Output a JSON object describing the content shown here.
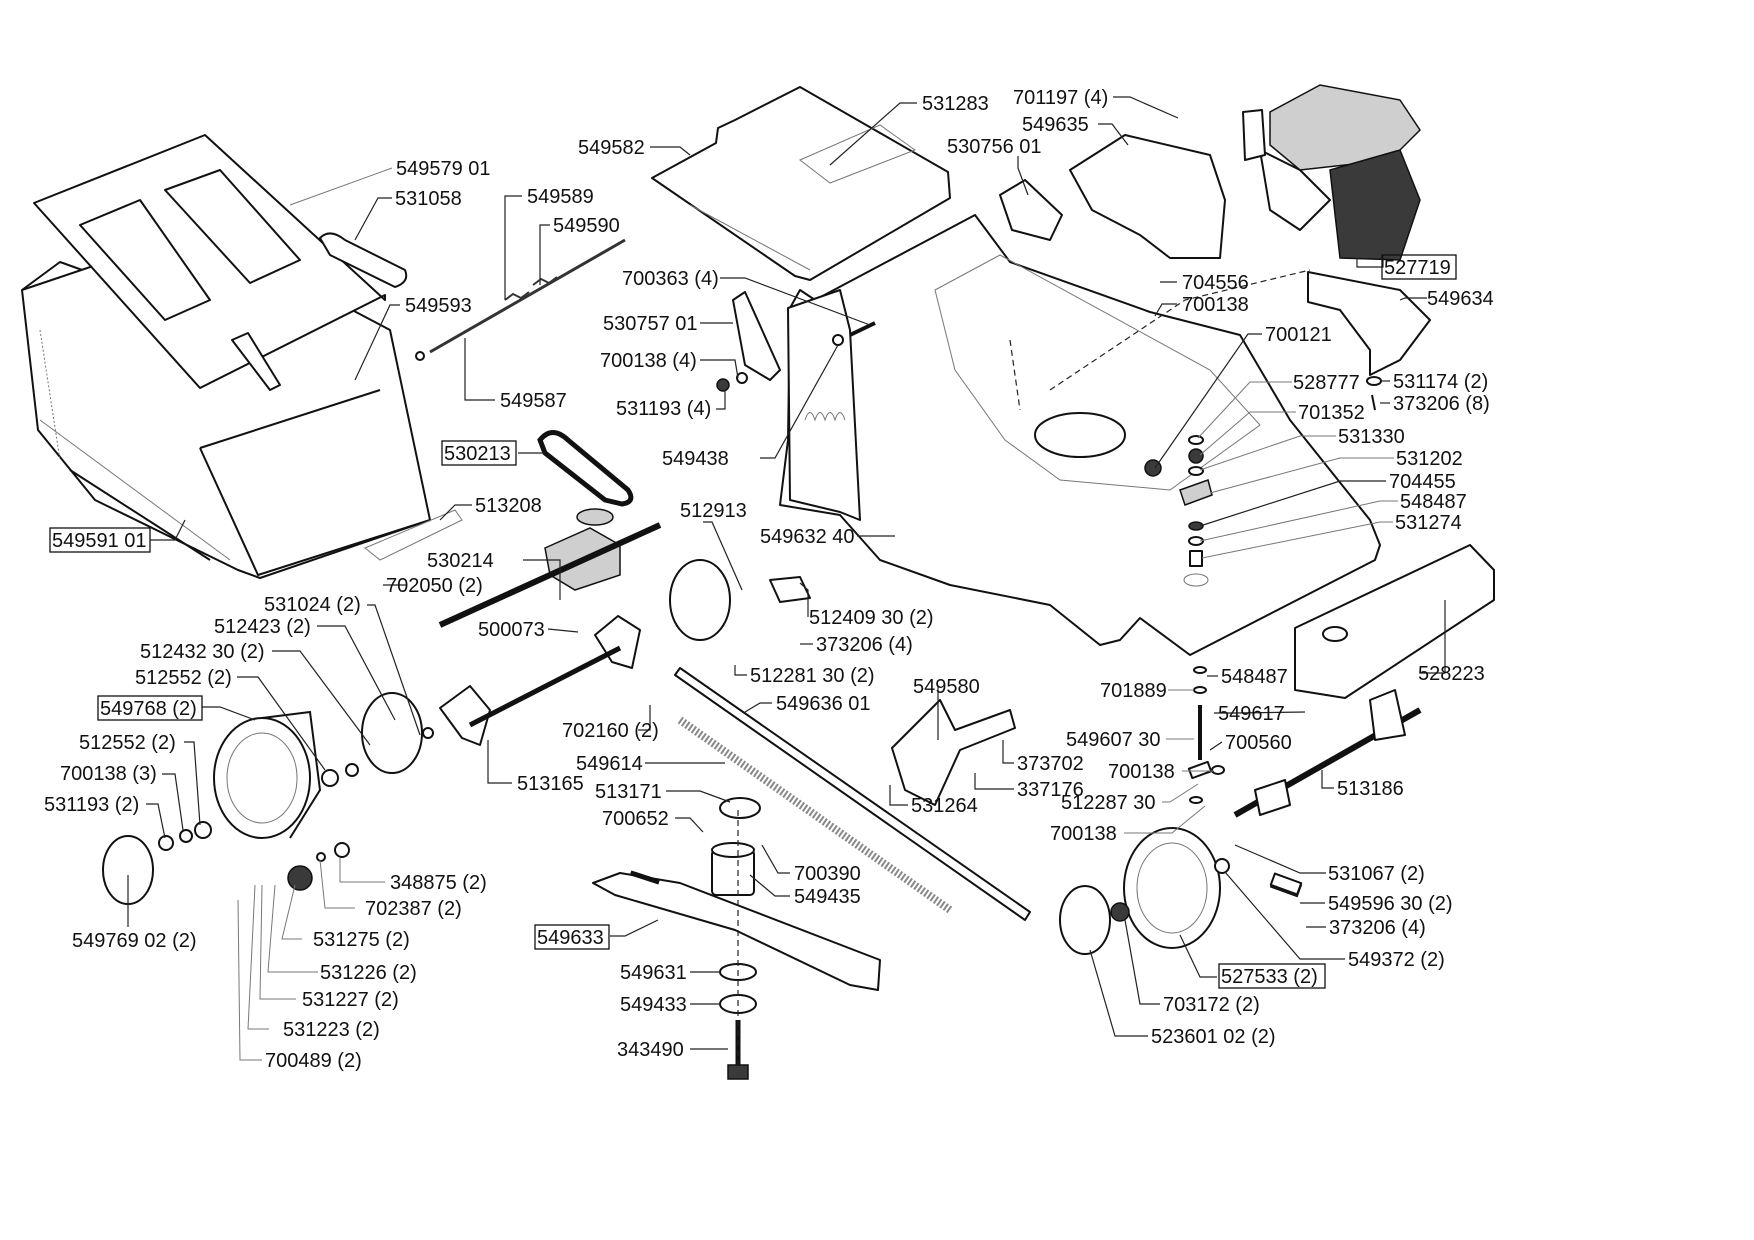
{
  "diagram": {
    "title": "Lawn mower exploded parts diagram",
    "labels": [
      {
        "id": "l1",
        "text": "549579 01",
        "boxed": false
      },
      {
        "id": "l2",
        "text": "531058",
        "boxed": false
      },
      {
        "id": "l3",
        "text": "549589",
        "boxed": false
      },
      {
        "id": "l4",
        "text": "549590",
        "boxed": false
      },
      {
        "id": "l5",
        "text": "549593",
        "boxed": false
      },
      {
        "id": "l6",
        "text": "549587",
        "boxed": false
      },
      {
        "id": "l7",
        "text": "530213",
        "boxed": true
      },
      {
        "id": "l8",
        "text": "549591 01",
        "boxed": true
      },
      {
        "id": "l9",
        "text": "513208",
        "boxed": false
      },
      {
        "id": "l10",
        "text": "530214",
        "boxed": false
      },
      {
        "id": "l11",
        "text": "702050 (2)",
        "boxed": false
      },
      {
        "id": "l12",
        "text": "531024 (2)",
        "boxed": false
      },
      {
        "id": "l13",
        "text": "512423 (2)",
        "boxed": false
      },
      {
        "id": "l14",
        "text": "512432 30 (2)",
        "boxed": false
      },
      {
        "id": "l15",
        "text": "512552 (2)",
        "boxed": false
      },
      {
        "id": "l16",
        "text": "549768 (2)",
        "boxed": true
      },
      {
        "id": "l17",
        "text": "512552 (2)",
        "boxed": false
      },
      {
        "id": "l18",
        "text": "700138 (3)",
        "boxed": false
      },
      {
        "id": "l19",
        "text": "531193 (2)",
        "boxed": false
      },
      {
        "id": "l20",
        "text": "549769 02 (2)",
        "boxed": false
      },
      {
        "id": "l21",
        "text": "348875 (2)",
        "boxed": false
      },
      {
        "id": "l22",
        "text": "702387 (2)",
        "boxed": false
      },
      {
        "id": "l23",
        "text": "531275 (2)",
        "boxed": false
      },
      {
        "id": "l24",
        "text": "531226 (2)",
        "boxed": false
      },
      {
        "id": "l25",
        "text": "531227 (2)",
        "boxed": false
      },
      {
        "id": "l26",
        "text": "531223 (2)",
        "boxed": false
      },
      {
        "id": "l27",
        "text": "700489 (2)",
        "boxed": false
      },
      {
        "id": "l28",
        "text": "549582",
        "boxed": false
      },
      {
        "id": "l29",
        "text": "531283",
        "boxed": false
      },
      {
        "id": "l30",
        "text": "700363 (4)",
        "boxed": false
      },
      {
        "id": "l31",
        "text": "530757 01",
        "boxed": false
      },
      {
        "id": "l32",
        "text": "700138 (4)",
        "boxed": false
      },
      {
        "id": "l33",
        "text": "531193 (4)",
        "boxed": false
      },
      {
        "id": "l34",
        "text": "549438",
        "boxed": false
      },
      {
        "id": "l35",
        "text": "512913",
        "boxed": false
      },
      {
        "id": "l36",
        "text": "500073",
        "boxed": false
      },
      {
        "id": "l37",
        "text": "513165",
        "boxed": false
      },
      {
        "id": "l38",
        "text": "549632 40",
        "boxed": false
      },
      {
        "id": "l39",
        "text": "512409 30 (2)",
        "boxed": false
      },
      {
        "id": "l40",
        "text": "373206 (4)",
        "boxed": false
      },
      {
        "id": "l41",
        "text": "512281 30 (2)",
        "boxed": false
      },
      {
        "id": "l42",
        "text": "549636 01",
        "boxed": false
      },
      {
        "id": "l43",
        "text": "702160 (2)",
        "boxed": false
      },
      {
        "id": "l44",
        "text": "549614",
        "boxed": false
      },
      {
        "id": "l45",
        "text": "513171",
        "boxed": false
      },
      {
        "id": "l46",
        "text": "700652",
        "boxed": false
      },
      {
        "id": "l47",
        "text": "700390",
        "boxed": false
      },
      {
        "id": "l48",
        "text": "549435",
        "boxed": false
      },
      {
        "id": "l49",
        "text": "549633",
        "boxed": true
      },
      {
        "id": "l50",
        "text": "549631",
        "boxed": false
      },
      {
        "id": "l51",
        "text": "549433",
        "boxed": false
      },
      {
        "id": "l52",
        "text": "343490",
        "boxed": false
      },
      {
        "id": "l53",
        "text": "701197 (4)",
        "boxed": false
      },
      {
        "id": "l54",
        "text": "549635",
        "boxed": false
      },
      {
        "id": "l55",
        "text": "530756 01",
        "boxed": false
      },
      {
        "id": "l56",
        "text": "704556",
        "boxed": false
      },
      {
        "id": "l57",
        "text": "700138",
        "boxed": false
      },
      {
        "id": "l58",
        "text": "527719",
        "boxed": true
      },
      {
        "id": "l59",
        "text": "549634",
        "boxed": false
      },
      {
        "id": "l60",
        "text": "700121",
        "boxed": false
      },
      {
        "id": "l61",
        "text": "528777",
        "boxed": false
      },
      {
        "id": "l62",
        "text": "531174 (2)",
        "boxed": false
      },
      {
        "id": "l63",
        "text": "373206 (8)",
        "boxed": false
      },
      {
        "id": "l64",
        "text": "701352",
        "boxed": false
      },
      {
        "id": "l65",
        "text": "531330",
        "boxed": false
      },
      {
        "id": "l66",
        "text": "531202",
        "boxed": false
      },
      {
        "id": "l67",
        "text": "704455",
        "boxed": false
      },
      {
        "id": "l68",
        "text": "548487",
        "boxed": false
      },
      {
        "id": "l69",
        "text": "531274",
        "boxed": false
      },
      {
        "id": "l70",
        "text": "528223",
        "boxed": false
      },
      {
        "id": "l71",
        "text": "548487",
        "boxed": false
      },
      {
        "id": "l72",
        "text": "701889",
        "boxed": false
      },
      {
        "id": "l73",
        "text": "549617",
        "boxed": false
      },
      {
        "id": "l74",
        "text": "549607 30",
        "boxed": false
      },
      {
        "id": "l75",
        "text": "700560",
        "boxed": false
      },
      {
        "id": "l76",
        "text": "700138",
        "boxed": false
      },
      {
        "id": "l77",
        "text": "512287 30",
        "boxed": false
      },
      {
        "id": "l78",
        "text": "700138",
        "boxed": false
      },
      {
        "id": "l79",
        "text": "513186",
        "boxed": false
      },
      {
        "id": "l80",
        "text": "531067 (2)",
        "boxed": false
      },
      {
        "id": "l81",
        "text": "549596 30 (2)",
        "boxed": false
      },
      {
        "id": "l82",
        "text": "373206 (4)",
        "boxed": false
      },
      {
        "id": "l83",
        "text": "549372 (2)",
        "boxed": false
      },
      {
        "id": "l84",
        "text": "527533 (2)",
        "boxed": true
      },
      {
        "id": "l85",
        "text": "703172 (2)",
        "boxed": false
      },
      {
        "id": "l86",
        "text": "523601 02 (2)",
        "boxed": false
      },
      {
        "id": "l87",
        "text": "549580",
        "boxed": false
      },
      {
        "id": "l88",
        "text": "373702",
        "boxed": false
      },
      {
        "id": "l89",
        "text": "531264",
        "boxed": false
      },
      {
        "id": "l90",
        "text": "337176",
        "boxed": false
      }
    ]
  }
}
